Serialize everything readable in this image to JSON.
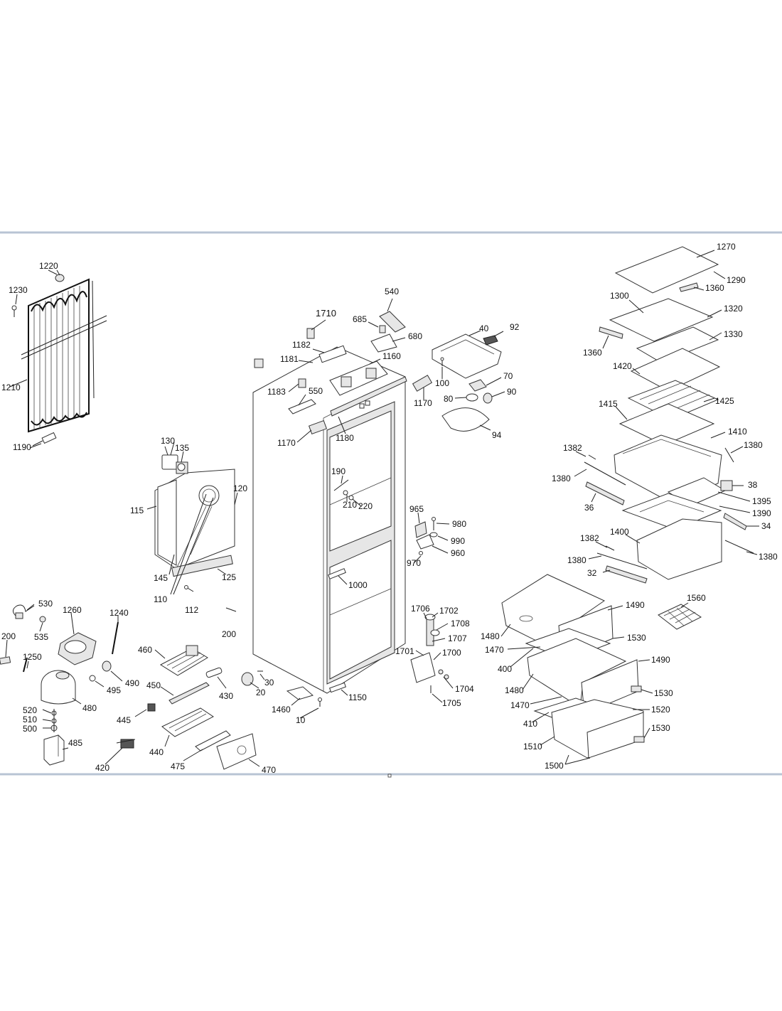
{
  "diagram": {
    "frame_color": "#b8c4d4",
    "labels": {
      "p1270": "1270",
      "p1290": "1290",
      "p1360a": "1360",
      "p1300": "1300",
      "p1320": "1320",
      "p1330": "1330",
      "p1360b": "1360",
      "p1420": "1420",
      "p1425": "1425",
      "p1415": "1415",
      "p1410": "1410",
      "p1382a": "1382",
      "p1380a": "1380",
      "p1380b": "1380",
      "p38": "38",
      "p36": "36",
      "p1395": "1395",
      "p1390": "1390",
      "p34": "34",
      "p1382b": "1382",
      "p1400": "1400",
      "p1380c": "1380",
      "p1380d": "1380",
      "p32": "32",
      "p1560": "1560",
      "p1490a": "1490",
      "p1480a": "1480",
      "p1530a": "1530",
      "p1470a": "1470",
      "p400": "400",
      "p1490b": "1490",
      "p1480b": "1480",
      "p1530b": "1530",
      "p1470b": "1470",
      "p1520": "1520",
      "p410": "410",
      "p1530c": "1530",
      "p1510": "1510",
      "p1500": "1500",
      "p540": "540",
      "p1710": "1710",
      "p685": "685",
      "p40": "40",
      "p92": "92",
      "p680": "680",
      "p1182": "1182",
      "p1181": "1181",
      "p1160": "1160",
      "p100": "100",
      "p70": "70",
      "p1183": "1183",
      "p550": "550",
      "p80": "80",
      "p90": "90",
      "p1170a": "1170",
      "p1170b": "1170",
      "p1180": "1180",
      "p94": "94",
      "p190": "190",
      "p210": "210",
      "p220": "220",
      "p965": "965",
      "p980": "980",
      "p990": "990",
      "p960": "960",
      "p970": "970",
      "p1000": "1000",
      "p1706": "1706",
      "p1702": "1702",
      "p1708": "1708",
      "p1707": "1707",
      "p1701": "1701",
      "p1700": "1700",
      "p1704": "1704",
      "p1705": "1705",
      "p1150": "1150",
      "p1460": "1460",
      "p10": "10",
      "p30": "30",
      "p20": "20",
      "p1220": "1220",
      "p1230": "1230",
      "p1210": "1210",
      "p1190": "1190",
      "p130": "130",
      "p135": "135",
      "p120": "120",
      "p115": "115",
      "p145": "145",
      "p125": "125",
      "p110": "110",
      "p112": "112",
      "p200a": "200",
      "p200b": "200",
      "p530": "530",
      "p1260": "1260",
      "p1240": "1240",
      "p535": "535",
      "p1250": "1250",
      "p460": "460",
      "p490": "490",
      "p495": "495",
      "p480": "480",
      "p520": "520",
      "p510": "510",
      "p500": "500",
      "p450": "450",
      "p430": "430",
      "p445": "445",
      "p485": "485",
      "p440": "440",
      "p420": "420",
      "p475": "475",
      "p470": "470"
    }
  }
}
